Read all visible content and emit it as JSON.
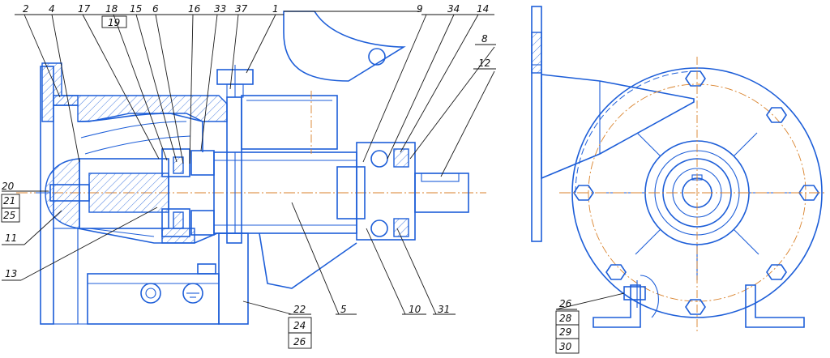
{
  "drawing": {
    "top_labels": [
      "2",
      "4",
      "17",
      "18",
      "15",
      "6",
      "16",
      "33",
      "37",
      "1",
      "9",
      "34",
      "14",
      "8",
      "12"
    ],
    "sub_label_19": "19",
    "left_labels": {
      "l20": "20",
      "l21": "21",
      "l25": "25",
      "l11": "11",
      "l13": "13"
    },
    "bottom_labels": {
      "l22": "22",
      "l24": "24",
      "l26": "26",
      "l5": "5",
      "l10": "10",
      "l31": "31"
    },
    "right_labels": {
      "r26": "26",
      "r28": "28",
      "r29": "29",
      "r30": "30"
    },
    "colors": {
      "line": "#1d5ed8",
      "axis": "#d9822b",
      "text": "#111111"
    }
  }
}
